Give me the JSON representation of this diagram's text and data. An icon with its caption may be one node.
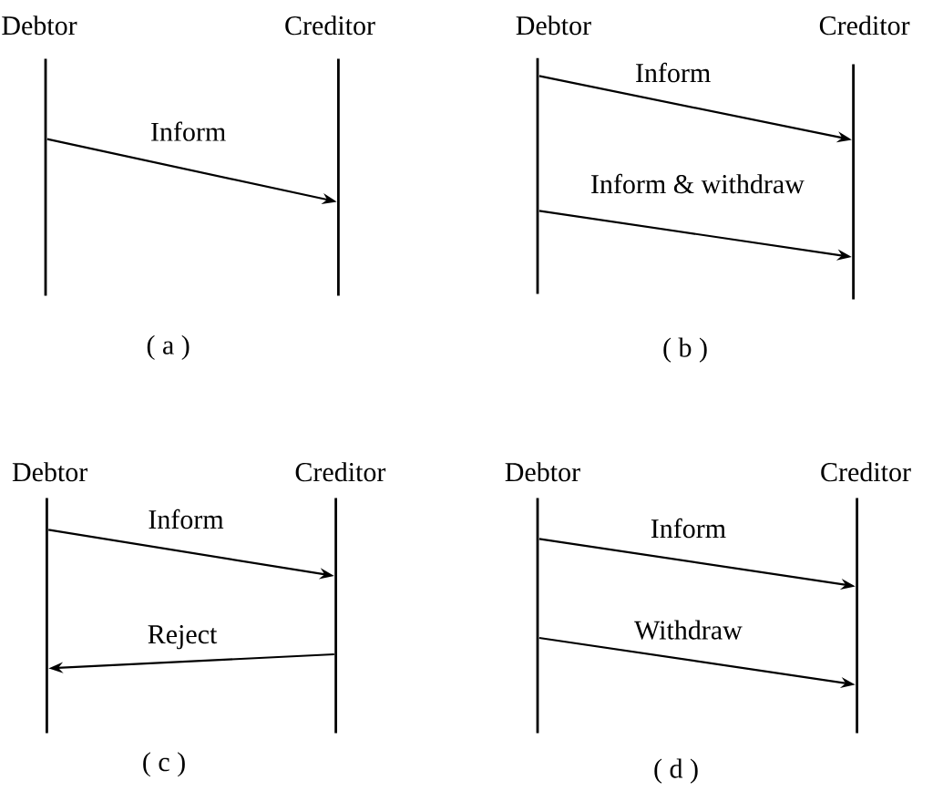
{
  "diagram": {
    "nodes": [
      {
        "text": [
          "Debtor"
        ]
      },
      {
        "text": [
          "Creditor"
        ]
      },
      {
        "text": [
          "Debtor"
        ]
      },
      {
        "text": [
          "Creditor"
        ]
      },
      {
        "text": [
          "Debtor"
        ]
      },
      {
        "text": [
          "Creditor"
        ]
      },
      {
        "text": [
          "Debtor"
        ]
      },
      {
        "text": [
          "Creditor"
        ]
      }
    ],
    "edges": [
      {
        "from": 0,
        "to": 1,
        "arrow": "to",
        "label": "Inform"
      },
      {
        "from": 2,
        "to": 3,
        "arrow": "to",
        "label": "Inform"
      },
      {
        "from": 2,
        "to": 3,
        "arrow": "to",
        "label": "Inform & withdraw"
      },
      {
        "from": 4,
        "to": 5,
        "arrow": "to",
        "label": "Inform"
      },
      {
        "from": 5,
        "to": 4,
        "arrow": "to",
        "label": "Reject"
      },
      {
        "from": 6,
        "to": 7,
        "arrow": "to",
        "label": "Inform"
      },
      {
        "from": 6,
        "to": 7,
        "arrow": "to",
        "label": "Withdraw"
      }
    ],
    "labels": [
      "( a )",
      "( b )",
      "( c )",
      "( d )"
    ]
  }
}
